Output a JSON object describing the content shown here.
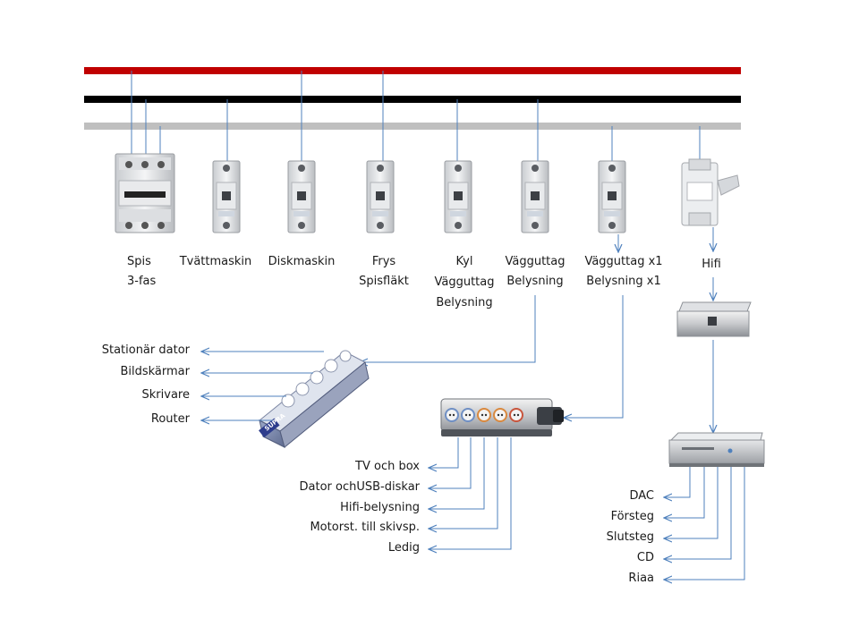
{
  "colors": {
    "phase_red": "#c00000",
    "phase_black": "#000000",
    "neutral_gray": "#bfbfbf",
    "wire_blue": "#4f81bd"
  },
  "breakers": [
    {
      "icon": "three-pole-breaker-icon",
      "lines": [
        "Spis",
        "3-fas"
      ]
    },
    {
      "icon": "breaker-icon",
      "lines": [
        "Tvättmaskin"
      ]
    },
    {
      "icon": "breaker-icon",
      "lines": [
        "Diskmaskin"
      ]
    },
    {
      "icon": "breaker-icon",
      "lines": [
        "Frys",
        "Spisfläkt"
      ]
    },
    {
      "icon": "breaker-icon",
      "lines": [
        "Kyl",
        "Vägguttag",
        "Belysning"
      ]
    },
    {
      "icon": "breaker-icon",
      "lines": [
        "Vägguttag",
        "Belysning"
      ]
    },
    {
      "icon": "breaker-icon",
      "lines": [
        "Vägguttag x1",
        "Belysning x1"
      ]
    },
    {
      "icon": "fuse-holder-icon",
      "lines": [
        "Hifi"
      ]
    }
  ],
  "power_strip": {
    "icon": "power-strip-icon",
    "brand": "SUPRA",
    "outputs": [
      "Stationär dator",
      "Bildskärmar",
      "Skrivare",
      "Router"
    ]
  },
  "hifi_strip": {
    "icon": "hifi-power-distributor-icon",
    "outputs": [
      "TV och box",
      "Dator ochUSB-diskar",
      "Hifi-belysning",
      "Motorst. till skivsp.",
      "Ledig"
    ]
  },
  "filter_box": {
    "icon": "power-filter-box-icon"
  },
  "rack_unit": {
    "icon": "rack-power-unit-icon",
    "outputs": [
      "DAC",
      "Försteg",
      "Slutsteg",
      "CD",
      "Riaa"
    ]
  }
}
